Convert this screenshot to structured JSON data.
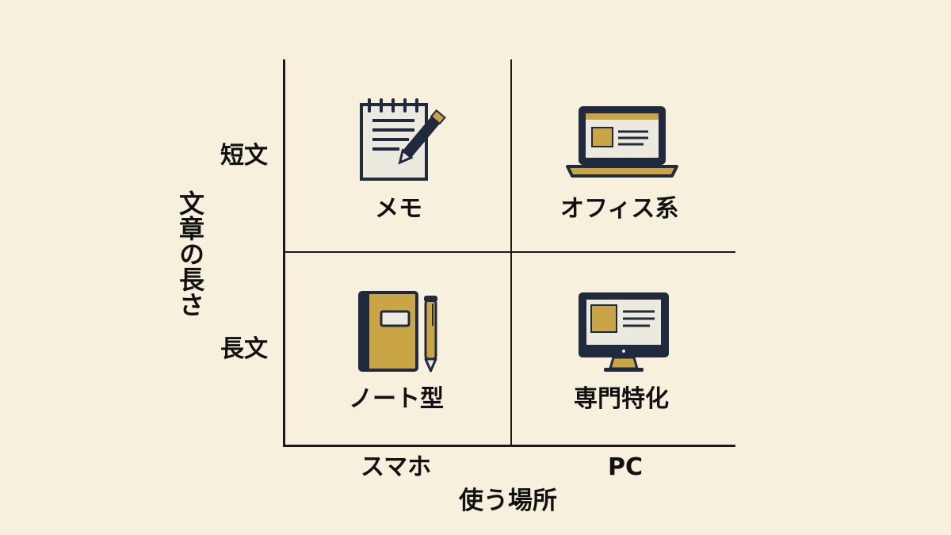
{
  "axes": {
    "y_title": "文章の長さ",
    "x_title": "使う場所",
    "rows": [
      "短文",
      "長文"
    ],
    "columns": [
      "スマホ",
      "PC"
    ]
  },
  "quadrants": {
    "memo": {
      "label": "メモ",
      "icon": "memo-pencil-icon"
    },
    "office": {
      "label": "オフィス系",
      "icon": "laptop-icon"
    },
    "note": {
      "label": "ノート型",
      "icon": "notebook-pen-icon"
    },
    "special": {
      "label": "専門特化",
      "icon": "desktop-monitor-icon"
    }
  },
  "colors": {
    "background": "#f7f0dc",
    "navy": "#1f2a3f",
    "gold": "#c9a546",
    "paper": "#ece9df"
  }
}
